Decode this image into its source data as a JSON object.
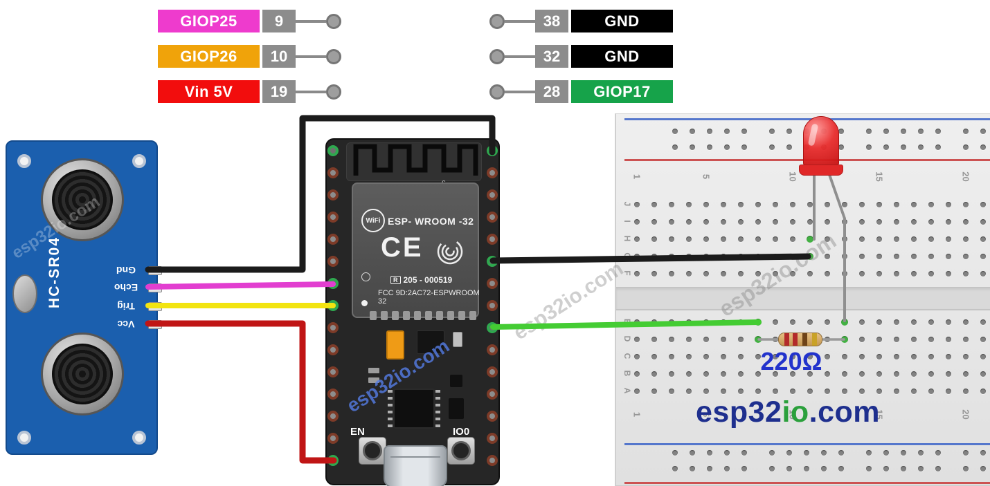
{
  "left_pin_rows": [
    {
      "label": "GIOP25",
      "pin": "9",
      "color": "#ee3bcd"
    },
    {
      "label": "GIOP26",
      "pin": "10",
      "color": "#f0a30a"
    },
    {
      "label": "Vin 5V",
      "pin": "19",
      "color": "#f20d0d"
    }
  ],
  "right_pin_rows": [
    {
      "pin": "38",
      "label": "GND",
      "color": "#000000"
    },
    {
      "pin": "32",
      "label": "GND",
      "color": "#000000"
    },
    {
      "pin": "28",
      "label": "GIOP17",
      "color": "#16a34a"
    }
  ],
  "pin_box_gray": "#8c8c8c",
  "sensor": {
    "name": "HC-SR04",
    "board_color": "#1b5fae",
    "pins": [
      "Gnd",
      "Echo",
      "Trig",
      "Vcc"
    ],
    "watermark": "esp32io.com"
  },
  "esp32": {
    "antenna_mark": "c",
    "wifi_logo": "WiFi",
    "module_name": "ESP- WROOM -32",
    "ce_mark": "CE",
    "reg_prefix": "R",
    "reg_number": "205 - 000519",
    "fcc_line": "FCC 9D:2AC72-ESPWROOM 32",
    "button_en_label": "EN",
    "button_io0_label": "IO0",
    "watermark": "esp32io.com"
  },
  "breadboard": {
    "column_numbers": [
      "1",
      "5",
      "10",
      "15",
      "20"
    ],
    "row_letters_top": [
      "J",
      "I",
      "H",
      "G",
      "F"
    ],
    "row_letters_bottom": [
      "E",
      "D",
      "C",
      "B",
      "A"
    ],
    "resistor_value": "220Ω",
    "resistor_label_color": "#2233cc",
    "brand": {
      "esp32": "esp32",
      "io": "io",
      "com": ".com"
    },
    "brand_colors": {
      "esp32": "#1e2f8e",
      "io": "#2ba03c",
      "com": "#1e2f8e"
    },
    "rail_red": "#cc5252",
    "rail_blue": "#5577cc",
    "watermark": "esp32io.com"
  },
  "wires": {
    "gnd_sensor": {
      "name": "GND wire sensor to ESP32",
      "color": "#1b1b1b"
    },
    "echo": {
      "name": "Echo signal wire",
      "color": "#e23ed0"
    },
    "trig": {
      "name": "Trig signal wire",
      "color": "#f2e410"
    },
    "vcc": {
      "name": "Vcc 5V wire",
      "color": "#c01515"
    },
    "gnd_led": {
      "name": "GND wire ESP32 to LED",
      "color": "#1b1b1b"
    },
    "gpio17": {
      "name": "GPIO17 wire to resistor",
      "color": "#44cc33"
    },
    "led_leg": {
      "name": "LED lead",
      "color": "#8f8f8f"
    },
    "resistor_lead": {
      "name": "Resistor lead",
      "color": "#9a9a9a"
    }
  },
  "led": {
    "color": "#e02828"
  },
  "resistor": {
    "body": "#d2a55c",
    "bands": [
      "#b32b2b",
      "#b32b2b",
      "#6e4318",
      "#c9a227"
    ]
  }
}
